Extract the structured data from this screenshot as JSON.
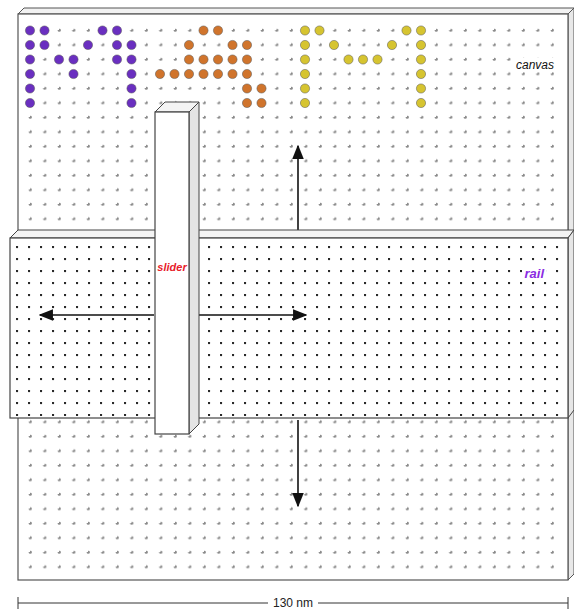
{
  "diagram": {
    "nodes": [
      {
        "text": [
          "canvas"
        ]
      },
      {
        "text": [
          "rail"
        ],
        "in": 0
      },
      {
        "text": [
          "slider"
        ],
        "in": 0
      }
    ],
    "labels": [
      "130 nm"
    ]
  }
}
